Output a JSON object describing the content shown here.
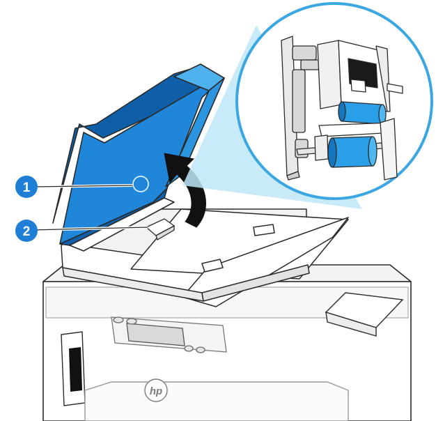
{
  "figure": {
    "callouts": [
      {
        "number": "1",
        "color": "#1f7fd6"
      },
      {
        "number": "2",
        "color": "#1f7fd6"
      }
    ],
    "logo_text": "hp",
    "colors": {
      "lid_blue": "#1f86d9",
      "lid_blue_light": "#4fb0ee",
      "lid_blue_dark": "#0e5fa8",
      "zoom_fill": "#bfe6f8",
      "zoom_ring": "#3ba7e2",
      "roller_blue": "#2a9ee6",
      "outline": "#2a2a2a",
      "arrow": "#111111"
    },
    "icons": [
      "lift-arrow-icon",
      "magnifier-zoom-icon",
      "hp-logo-icon"
    ]
  }
}
